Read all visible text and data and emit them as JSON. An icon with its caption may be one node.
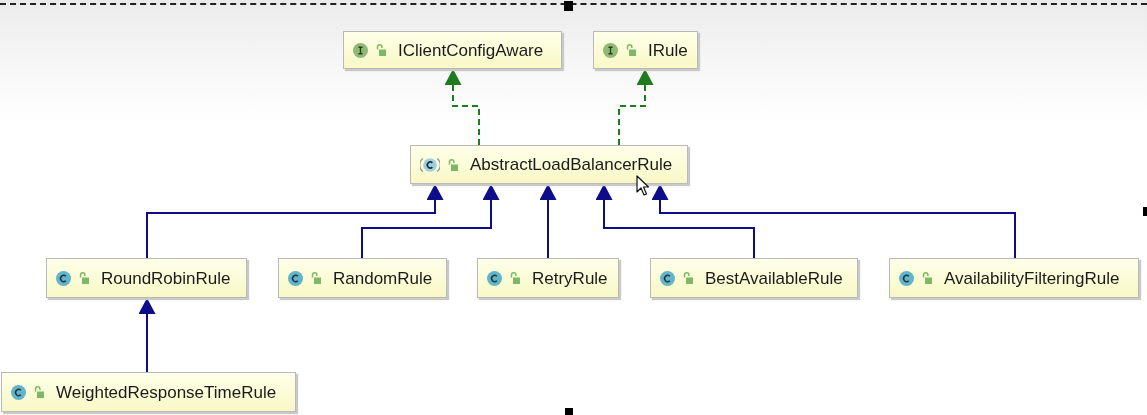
{
  "diagram": {
    "nodes": [
      {
        "text": [
          "IClientConfigAware"
        ]
      },
      {
        "text": [
          "IRule"
        ]
      },
      {
        "text": [
          "AbstractLoadBalancerRule"
        ]
      },
      {
        "text": [
          "RoundRobinRule"
        ]
      },
      {
        "text": [
          "RandomRule"
        ]
      },
      {
        "text": [
          "RetryRule"
        ]
      },
      {
        "text": [
          "BestAvailableRule"
        ]
      },
      {
        "text": [
          "AvailabilityFilteringRule"
        ]
      },
      {
        "text": [
          "WeightedResponseTimeRule"
        ]
      }
    ],
    "edges": [
      {
        "from": 2,
        "to": 0,
        "arrow": "to",
        "style": "dashed",
        "color": "#1e7b1e"
      },
      {
        "from": 2,
        "to": 1,
        "arrow": "to",
        "style": "dashed",
        "color": "#1e7b1e"
      },
      {
        "from": 3,
        "to": 2,
        "arrow": "to"
      },
      {
        "from": 4,
        "to": 2,
        "arrow": "to"
      },
      {
        "from": 5,
        "to": 2,
        "arrow": "to"
      },
      {
        "from": 6,
        "to": 2,
        "arrow": "to"
      },
      {
        "from": 7,
        "to": 2,
        "arrow": "to"
      },
      {
        "from": 8,
        "to": 3,
        "arrow": "to"
      }
    ]
  }
}
